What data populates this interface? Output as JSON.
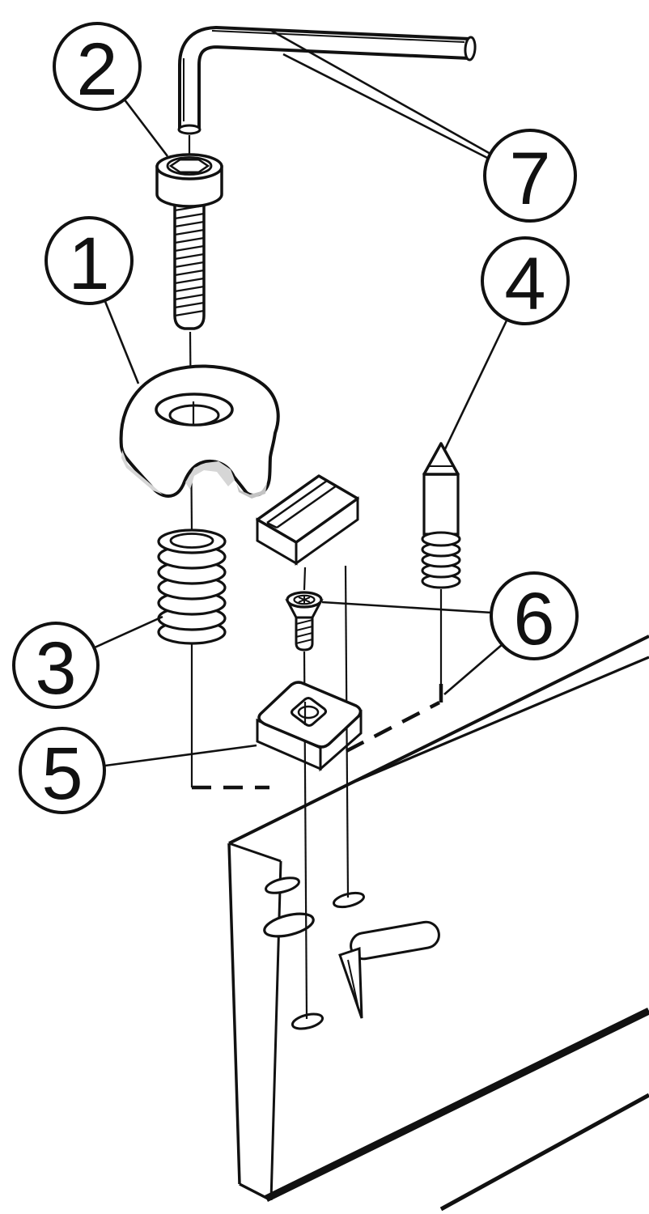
{
  "diagram": {
    "background_color": "#ffffff",
    "line_color": "#111111",
    "shade_color": "#d6d6d6",
    "shade_color_dark": "#c3c3c3",
    "callouts": [
      {
        "number": "1"
      },
      {
        "number": "2"
      },
      {
        "number": "3"
      },
      {
        "number": "4"
      },
      {
        "number": "5"
      },
      {
        "number": "6"
      },
      {
        "number": "7"
      }
    ]
  }
}
